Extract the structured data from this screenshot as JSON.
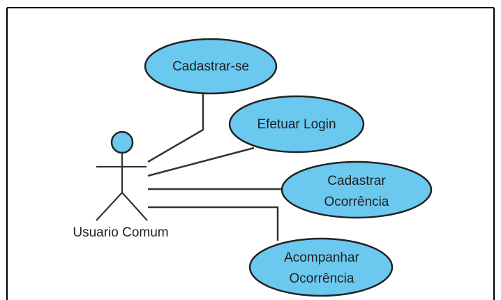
{
  "diagram": {
    "actor": {
      "name": "Usuario Comum",
      "icon": "stick-figure-actor-icon"
    },
    "use_cases": [
      {
        "id": "cadastrar-se",
        "lines": [
          "Cadastrar-se"
        ]
      },
      {
        "id": "efetuar-login",
        "lines": [
          "Efetuar Login"
        ]
      },
      {
        "id": "cadastrar-ocorrencia",
        "lines": [
          "Cadastrar",
          "Ocorrência"
        ]
      },
      {
        "id": "acompanhar-ocorrencia",
        "lines": [
          "Acompanhar",
          "Ocorrência"
        ]
      }
    ],
    "colors": {
      "use_case_fill": "#6bc8ef",
      "outline": "#222222",
      "connector": "#333333",
      "text": "#1f1f1f"
    }
  }
}
